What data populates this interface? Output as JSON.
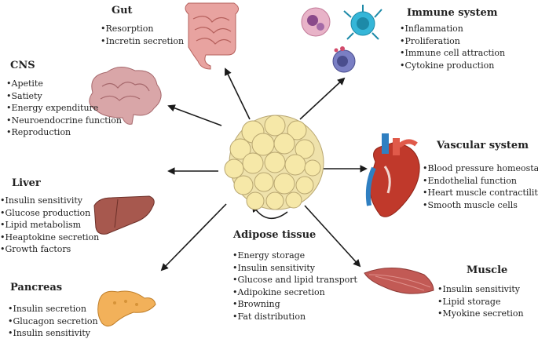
{
  "organs": {
    "gut": {
      "title": "Gut",
      "items": [
        "Resorption",
        "Incretin secretion"
      ]
    },
    "immune": {
      "title": "Immune system",
      "items": [
        "Inflammation",
        "Proliferation",
        "Immune cell attraction",
        "Cytokine production"
      ]
    },
    "cns": {
      "title": "CNS",
      "items": [
        "Apetite",
        "Satiety",
        "Energy expenditure",
        "Neuroendocrine function",
        "Reproduction"
      ]
    },
    "vascular": {
      "title": "Vascular system",
      "items": [
        "Blood pressure  homeostasis",
        "Endothelial function",
        "Heart muscle contractility",
        "Smooth muscle cells"
      ]
    },
    "liver": {
      "title": "Liver",
      "items": [
        "Insulin sensitivity",
        "Glucose production",
        "Lipid metabolism",
        "Heaptokine secretion",
        "Growth factors"
      ]
    },
    "adipose": {
      "title": "Adipose tissue",
      "items": [
        "Energy storage",
        "Insulin sensitivity",
        "Glucose and lipid transport",
        "Adipokine secretion",
        "Browning",
        "Fat distribution"
      ]
    },
    "muscle": {
      "title": "Muscle",
      "items": [
        "Insulin sensitivity",
        "Lipid storage",
        "Myokine secretion"
      ]
    },
    "pancreas": {
      "title": "Pancreas",
      "items": [
        "Insulin secretion",
        "Glucagon secretion",
        "Insulin sensitivity"
      ]
    }
  },
  "colors": {
    "arrow": "#1a1a1a",
    "fat_cell": "#f6e8a8",
    "fat_stroke": "#b8a670",
    "intestine": "#e8a3a0",
    "brain": "#d9a6a8",
    "liver": "#a7584e",
    "pancreas": "#f2b15a",
    "heart": "#c0392b",
    "muscle": "#c25a55",
    "immune_cyan": "#35b6d8",
    "immune_purple": "#5b5fa8",
    "immune_pink": "#d88fb0"
  }
}
